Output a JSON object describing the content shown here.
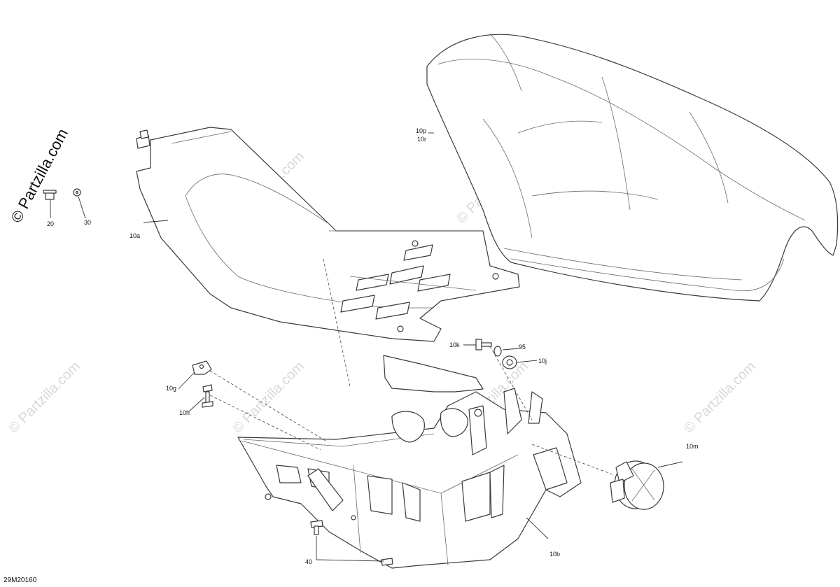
{
  "brand": "© Partzilla.com",
  "diagram_code": "29M20160",
  "watermark": "© Partzilla.com",
  "labels": {
    "l10p": "10p",
    "l10r": "10r",
    "l10a": "10a",
    "l20": "20",
    "l30": "30",
    "l10k": "10k",
    "l95": "95",
    "l10j": "10j",
    "l10g": "10g",
    "l10h": "10h",
    "l10m": "10m",
    "l10b": "10b",
    "l40": "40"
  }
}
